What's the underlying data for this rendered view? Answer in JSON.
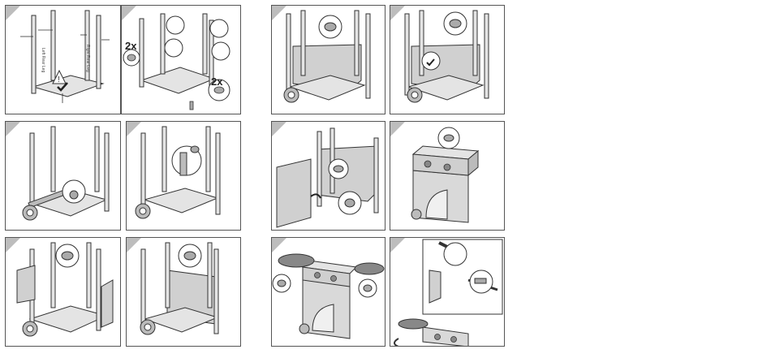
{
  "page": {
    "step_count": 12
  },
  "step1": {
    "leg_markings": [
      "Left Rear Leg",
      "Right Rear Leg"
    ]
  },
  "step2": {
    "qty_label_a": "2x",
    "qty_label_b": "2x"
  },
  "colors": {
    "line": "#333333",
    "fill_panel": "#d9d9d9",
    "fill_dark": "#9a9a9a",
    "corner": "#bdbdbd"
  }
}
